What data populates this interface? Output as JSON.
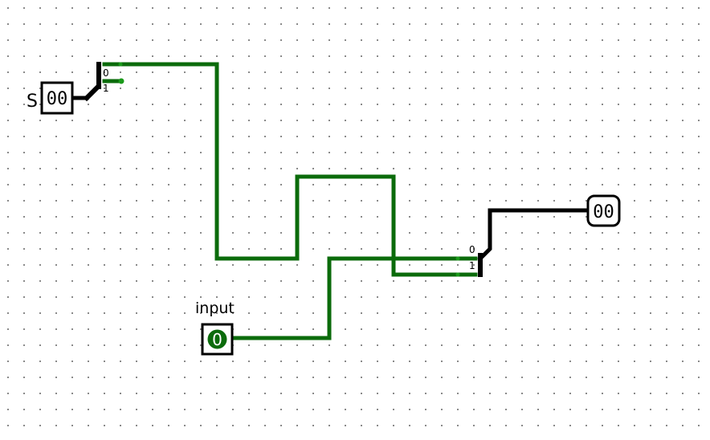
{
  "circuit": {
    "colors": {
      "wire_active": "#0b6b0b",
      "wire_bus": "#000000",
      "pin_dot": "#1a9a1a",
      "grid_dot": "#8a8a8a",
      "background": "#ffffff"
    },
    "pins": {
      "s_input": {
        "label": "S",
        "value": "00"
      },
      "single_input": {
        "label": "input",
        "value": "0"
      },
      "output": {
        "value": "00"
      }
    },
    "splitters": {
      "top": {
        "port0": "0",
        "port1": "1"
      },
      "bottom": {
        "port0": "0",
        "port1": "1"
      }
    }
  }
}
